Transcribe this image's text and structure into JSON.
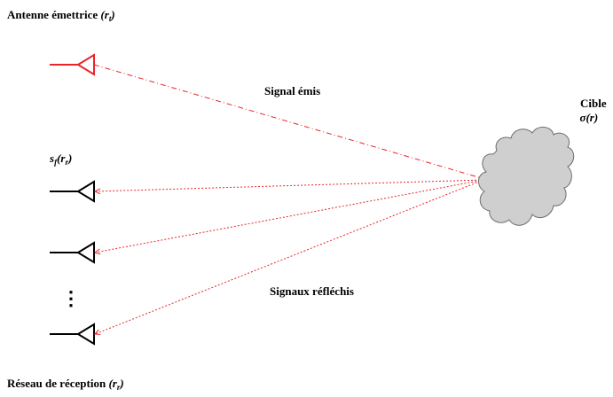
{
  "labels": {
    "tx_text": "Antenne émettrice",
    "tx_math_open": "(",
    "tx_math_var": "r",
    "tx_math_sub": "t",
    "tx_math_close": ")",
    "emitted": "Signal émis",
    "target_text": "Cible",
    "target_math": "σ(r)",
    "sf_var": "s",
    "sf_sub": "f",
    "sf_arg_open": "(",
    "sf_arg_var": "r",
    "sf_arg_sub": "r",
    "sf_arg_close": ")",
    "reflected": "Signaux réfléchis",
    "ellipsis": "⋮",
    "rx_text": "Réseau de réception",
    "rx_math_open": "(",
    "rx_math_var": "r",
    "rx_math_sub": "r",
    "rx_math_close": ")"
  },
  "colors": {
    "transmit": "#e8262b",
    "receive": "#000000",
    "cloud_fill": "#cfcfcf",
    "cloud_stroke": "#6e6e6e",
    "signal": "#e8262b"
  },
  "icons": {
    "transmitter": "antenna-triangle-icon",
    "receivers": "antenna-triangle-icon",
    "target": "cloud-icon"
  }
}
